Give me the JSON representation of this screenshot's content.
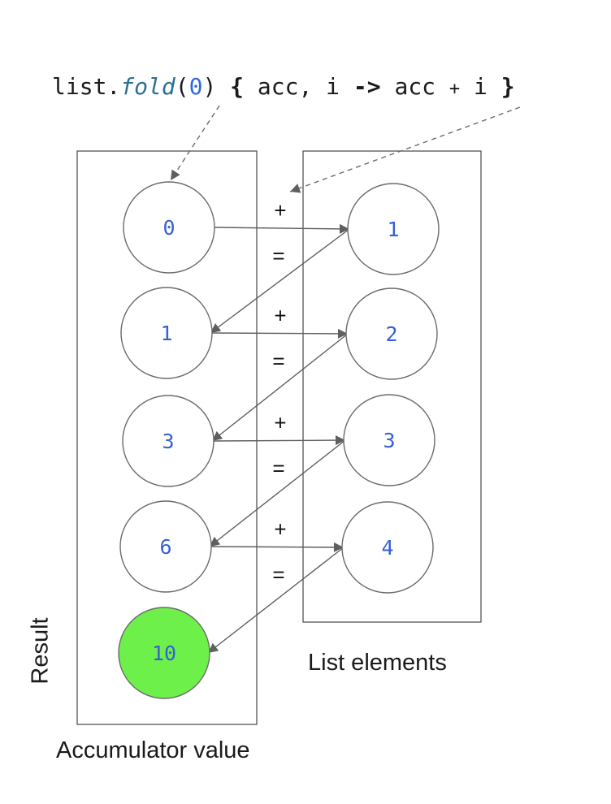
{
  "code": {
    "receiver": "list.",
    "function_name": "fold",
    "open_paren": "(",
    "initial_value": "0",
    "close_paren": ")",
    "open_brace": "{",
    "params": " acc, i ",
    "arrow": "->",
    "body_left": " acc ",
    "plus": "+",
    "body_right": " i ",
    "close_brace": "}"
  },
  "labels": {
    "accumulator": "Accumulator value",
    "list_elements": "List elements",
    "result": "Result"
  },
  "accumulator_values": [
    "0",
    "1",
    "3",
    "6",
    "10"
  ],
  "list_values": [
    "1",
    "2",
    "3",
    "4"
  ],
  "operators": {
    "plus": "+",
    "equals": "="
  },
  "colors": {
    "value_text": "#3560d6",
    "result_fill": "#6ef04a",
    "circle_stroke": "#6b6b6b",
    "arrow": "#5f5f5f"
  }
}
